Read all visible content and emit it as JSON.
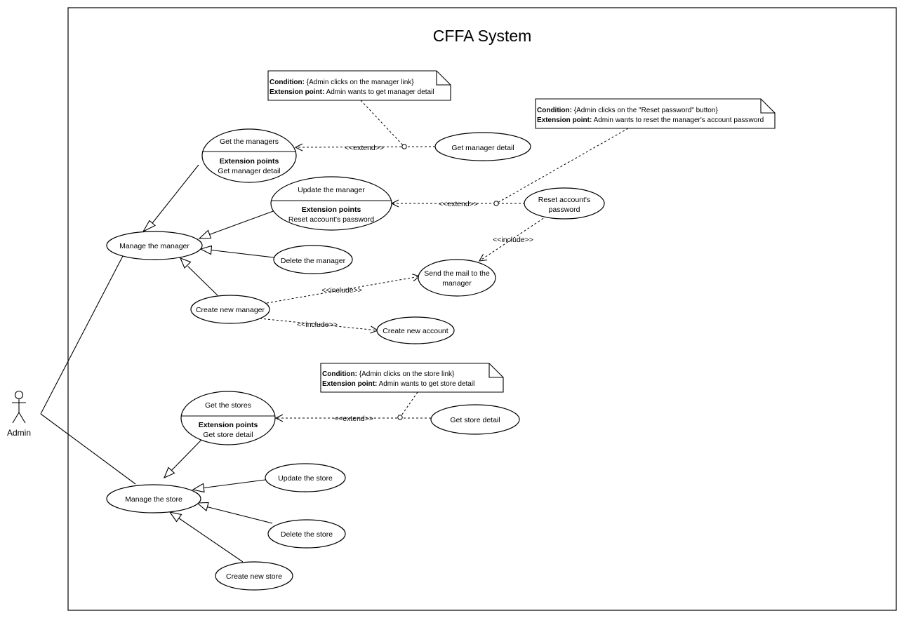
{
  "system": {
    "title": "CFFA System"
  },
  "actor": {
    "name": "Admin"
  },
  "use_cases": {
    "manage_manager": "Manage the manager",
    "get_managers": "Get the managers",
    "get_managers_ext_heading": "Extension points",
    "get_managers_ext_point": "Get manager detail",
    "update_manager": "Update the manager",
    "update_manager_ext_heading": "Extension points",
    "update_manager_ext_point": "Reset account's password",
    "delete_manager": "Delete the manager",
    "create_manager": "Create new manager",
    "get_manager_detail": "Get manager detail",
    "reset_password_line1": "Reset account's",
    "reset_password_line2": "password",
    "send_mail_line1": "Send the mail to the",
    "send_mail_line2": "manager",
    "create_account": "Create new account",
    "manage_store": "Manage the store",
    "get_stores": "Get the stores",
    "get_stores_ext_heading": "Extension points",
    "get_stores_ext_point": "Get store detail",
    "update_store": "Update the store",
    "delete_store": "Delete the store",
    "create_store": "Create new store",
    "get_store_detail": "Get store detail"
  },
  "relations": {
    "extend": "<<extend>>",
    "include": "<<include>>"
  },
  "notes": {
    "manager_link": {
      "condition_label": "Condition:",
      "condition_text": " {Admin clicks on the manager link}",
      "ext_label": "Extension point:",
      "ext_text": " Admin wants to get manager detail"
    },
    "reset_password": {
      "condition_label": "Condition:",
      "condition_text": " {Admin clicks on the \"Reset password\" button}",
      "ext_label": "Extension point:",
      "ext_text": " Admin wants to reset the manager's account password"
    },
    "store_link": {
      "condition_label": "Condition:",
      "condition_text": " {Admin clicks on the store link}",
      "ext_label": "Extension point:",
      "ext_text": " Admin wants to get store detail"
    }
  }
}
